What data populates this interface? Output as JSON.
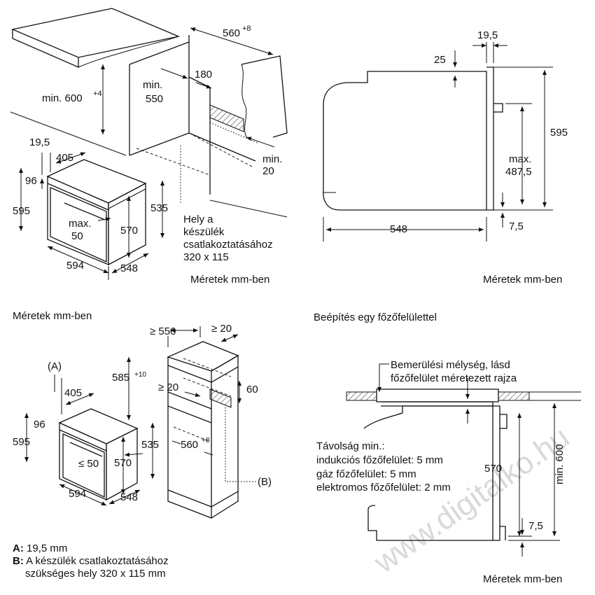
{
  "topleft": {
    "d560": "560",
    "d560_sup": "+8",
    "dmin600": "min. 600",
    "dmin600_sup": "+4",
    "dmin550": "min.\n550",
    "d180": "180",
    "dmin20": "min.\n20",
    "d19_5": "19,5",
    "d405": "405",
    "d96": "96",
    "d595": "595",
    "dmax50": "max.\n50",
    "d570": "570",
    "d535": "535",
    "d594": "594",
    "d548": "548",
    "note": "Hely a\nkészülék\ncsatlakoztatásához\n320 x 115",
    "caption": "Méretek mm-ben"
  },
  "topright": {
    "d19_5": "19,5",
    "d25": "25",
    "d595": "595",
    "dmax487": "max.\n487,5",
    "d548": "548",
    "d7_5": "7,5",
    "caption": "Méretek mm-ben"
  },
  "bottomleft": {
    "caption_top": "Méretek mm-ben",
    "labelA": "(A)",
    "d405": "405",
    "d96": "96",
    "d595": "595",
    "dle50": "≤ 50",
    "d570": "570",
    "d535": "535",
    "d594": "594",
    "d548": "548",
    "dge550": "≥ 550",
    "dge20_top": "≥ 20",
    "d585": "585",
    "d585_sup": "+10",
    "dge20_mid": "≥ 20",
    "d60": "60",
    "d560": "560",
    "d560_sup": "+8",
    "labelB": "(B)",
    "legend": [
      {
        "key": "A:",
        "text": " 19,5 mm"
      },
      {
        "key": "B:",
        "text": " A készülék csatlakoztatásához"
      },
      {
        "key": "",
        "text": "szükséges hely 320 x 115 mm"
      }
    ]
  },
  "bottomright": {
    "title": "Beépítés egy főzőfelülettel",
    "note1": "Bemerülési mélység, lásd\nfőzőfelület méretezett rajza",
    "note2": "Távolság min.:\nindukciós főzőfelület: 5 mm\ngáz főzőfelület: 5 mm\nelektromos főzőfelület: 2 mm",
    "d570": "570",
    "dmin600": "min. 600",
    "d7_5": "7,5",
    "caption": "Méretek mm-ben"
  },
  "watermark": "www.digitalko.hu"
}
